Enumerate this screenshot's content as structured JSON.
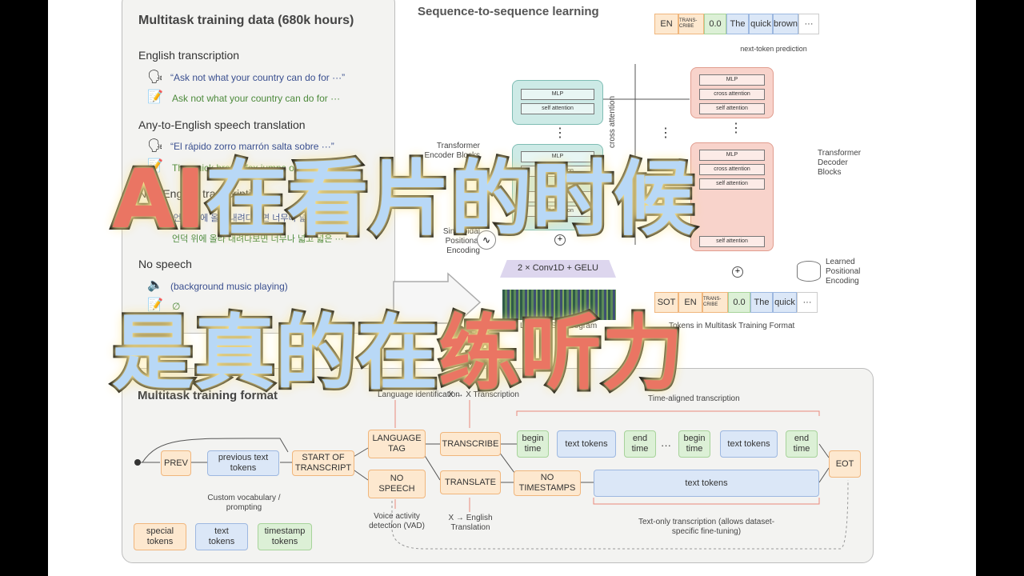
{
  "left_panel": {
    "title": "Multitask training data (680k hours)",
    "sections": [
      {
        "heading": "English transcription",
        "audio": "“Ask not what your country can do for ···”",
        "text": "Ask not what your country can do for ···"
      },
      {
        "heading": "Any-to-English speech translation",
        "audio": "“El rápido zorro marrón salta sobre ···”",
        "text": "The quick brown fox jumps over ···"
      },
      {
        "heading": "Non-English transcription",
        "audio": "“언덕 위에 올라 내려다보면 너무나 넓고 넓은 ···”",
        "text": "언덕 위에 올라 내려다보면 너무나 넓고 넓은 ···"
      },
      {
        "heading": "No speech",
        "audio": "(background music playing)",
        "text": "∅"
      }
    ]
  },
  "seq2seq": {
    "title": "Sequence-to-sequence learning",
    "output_tokens": [
      "EN",
      "TRANS-CRIBE",
      "0.0",
      "The",
      "quick",
      "brown",
      "···"
    ],
    "input_tokens": [
      "SOT",
      "EN",
      "TRANS-CRIBE",
      "0.0",
      "The",
      "quick",
      "···"
    ],
    "next_token": "next-token prediction",
    "mlp": "MLP",
    "self_attention": "self attention",
    "cross_attention": "cross attention",
    "encoder_label": "Transformer Encoder Blocks",
    "decoder_label": "Transformer Decoder Blocks",
    "conv": "2 × Conv1D + GELU",
    "sinusoidal": "Sinusoidal Positional Encoding",
    "learned": "Learned Positional Encoding",
    "cross_attn_vertical": "cross attention",
    "spectrogram": "Log-Mel Spectrogram",
    "tokens_in": "Tokens in Multitask Training Format",
    "ellipsis": "⋮"
  },
  "format": {
    "title": "Multitask training format",
    "language_identification": "Language identification",
    "x_transcription": "X → X Transcription",
    "time_aligned": "Time-aligned transcription",
    "prev": "PREV",
    "previous_text_tokens": "previous text tokens",
    "start_of_transcript": "START OF TRANSCRIPT",
    "language_tag": "LANGUAGE TAG",
    "no_speech": "NO SPEECH",
    "transcribe": "TRANSCRIBE",
    "translate": "TRANSLATE",
    "begin_time": "begin time",
    "text_tokens": "text tokens",
    "end_time": "end time",
    "dots": "···",
    "no_timestamps": "NO TIMESTAMPS",
    "eot": "EOT",
    "custom_vocab": "Custom vocabulary / prompting",
    "vad": "Voice activity detection (VAD)",
    "x_english": "X → English Translation",
    "text_only": "Text-only transcription (allows dataset-specific fine-tuning)",
    "legend": {
      "special": "special tokens",
      "text": "text tokens",
      "timestamp": "timestamp tokens"
    }
  },
  "overlay": {
    "line1_a": "AI",
    "line1_b": "在看片的时候",
    "line2_a": "是真的在",
    "line2_b": "练听力"
  },
  "colors": {
    "special": "#fde8cf",
    "text": "#dbe7f7",
    "timestamp": "#dcf0d6",
    "encoder": "#cdeae6",
    "decoder": "#f8d3cb",
    "overlay_blue": "#b8d8f6",
    "overlay_red": "#ea7563"
  }
}
